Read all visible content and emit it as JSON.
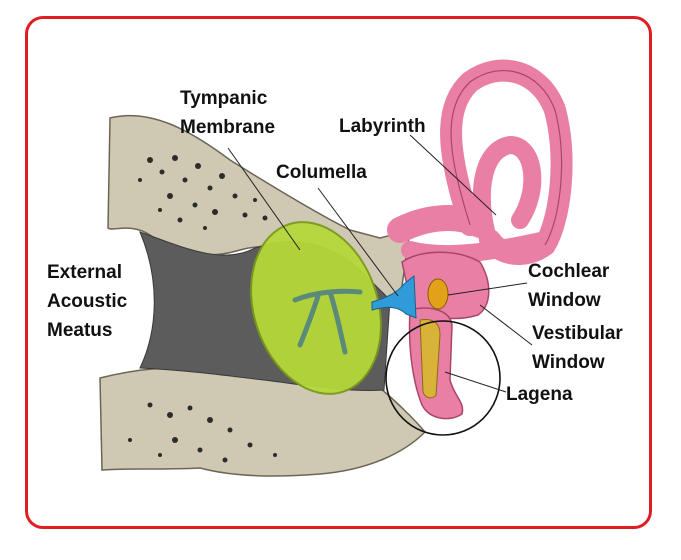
{
  "labels": {
    "tympanic_membrane": [
      "Tympanic",
      "Membrane"
    ],
    "labyrinth": "Labyrinth",
    "columella": "Columella",
    "external_acoustic_meatus": [
      "External",
      "Acoustic",
      "Meatus"
    ],
    "cochlear_window": [
      "Cochlear",
      "Window"
    ],
    "vestibular_window": [
      "Vestibular",
      "Window"
    ],
    "lagena": "Lagena"
  },
  "colors": {
    "frame_border": "#e11d24",
    "bone": "#cfc8b3",
    "meatus_shadow": "#5c5c5c",
    "tympanic_membrane": "#b6d83a",
    "columella": "#2f9bd8",
    "labyrinth": "#e97fa5",
    "cochlear_window": "#e3a019",
    "lagena_interior": "#d9b23a"
  }
}
